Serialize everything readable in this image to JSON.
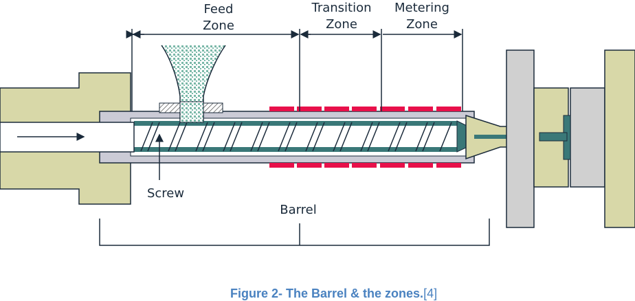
{
  "labels": {
    "feed": [
      "Feed",
      "Zone"
    ],
    "transition": [
      "Transition",
      "Zone"
    ],
    "metering": [
      "Metering",
      "Zone"
    ],
    "screw": "Screw",
    "barrel": "Barrel"
  },
  "caption": {
    "text": "Figure 2- The Barrel & the zones.",
    "ref": "[4]"
  },
  "colors": {
    "frame": "#d8d8a8",
    "barrel": "#cbcbd6",
    "screw": "#3a7878",
    "heater": "#e8104a",
    "pellets": "#7ab8a8",
    "outline": "#1a2a3a",
    "caption": "#4a82c0"
  }
}
